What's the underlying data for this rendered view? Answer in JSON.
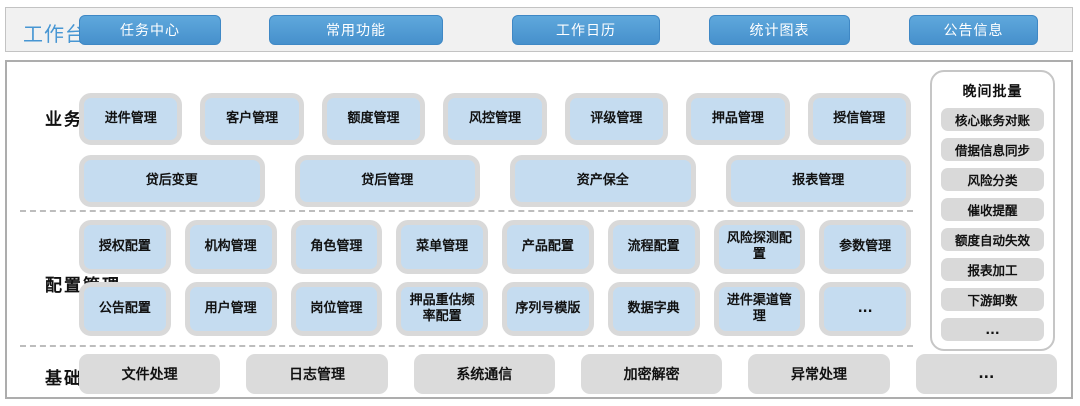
{
  "topbar": {
    "label": "工作台",
    "buttons": [
      "任务中心",
      "常用功能",
      "工作日历",
      "统计图表",
      "公告信息"
    ]
  },
  "sections": {
    "business": {
      "label": "业务管理",
      "row1": [
        "进件管理",
        "客户管理",
        "额度管理",
        "风控管理",
        "评级管理",
        "押品管理",
        "授信管理"
      ],
      "row2": [
        "贷后变更",
        "贷后管理",
        "资产保全",
        "报表管理"
      ]
    },
    "config": {
      "label": "配置管理",
      "row1": [
        "授权配置",
        "机构管理",
        "角色管理",
        "菜单管理",
        "产品配置",
        "流程配置",
        "风险探测配置",
        "参数管理"
      ],
      "row2": [
        "公告配置",
        "用户管理",
        "岗位管理",
        "押品重估频率配置",
        "序列号模版",
        "数据字典",
        "进件渠道管理",
        "..."
      ]
    },
    "base": {
      "label": "基础服务",
      "items": [
        "文件处理",
        "日志管理",
        "系统通信",
        "加密解密",
        "异常处理",
        "..."
      ]
    }
  },
  "sidebar": {
    "title": "晚间批量",
    "items": [
      "核心账务对账",
      "借据信息同步",
      "风险分类",
      "催收提醒",
      "额度自动失效",
      "报表加工",
      "下游卸数",
      "..."
    ]
  },
  "colors": {
    "button_blue": "#4D9BD5",
    "workbench_label_blue": "#4796D3",
    "module_box_blue": "#C5DCF0",
    "box_border_gray": "#D9D9D9",
    "service_box_gray": "#DBDBDB",
    "panel_border_gray": "#ADADAD"
  }
}
